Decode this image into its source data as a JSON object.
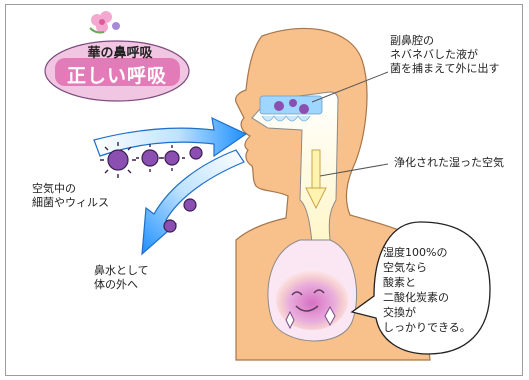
{
  "title": {
    "line1": "華の鼻呼吸",
    "line2": "正しい呼吸"
  },
  "callouts": {
    "sinus": [
      "副鼻腔の",
      "ネバネバした液が",
      "菌を捕まえて外に出す"
    ],
    "purified": "浄化された湿った空気",
    "germs": [
      "空気中の",
      "細菌やウィルス"
    ],
    "mucus": [
      "鼻水として",
      "体の外へ"
    ]
  },
  "bubble": [
    "湿度100%の",
    "空気なら",
    "酸素と",
    "二酸化炭素の",
    "交換が",
    "しっかりできる。"
  ],
  "colors": {
    "skin": "#f8c08a",
    "arrow_blue": "#1e90ff",
    "germ_purple": "#8a4fb0",
    "title_pink": "#e27bb8",
    "lung_pink": "#e6a0d6"
  }
}
